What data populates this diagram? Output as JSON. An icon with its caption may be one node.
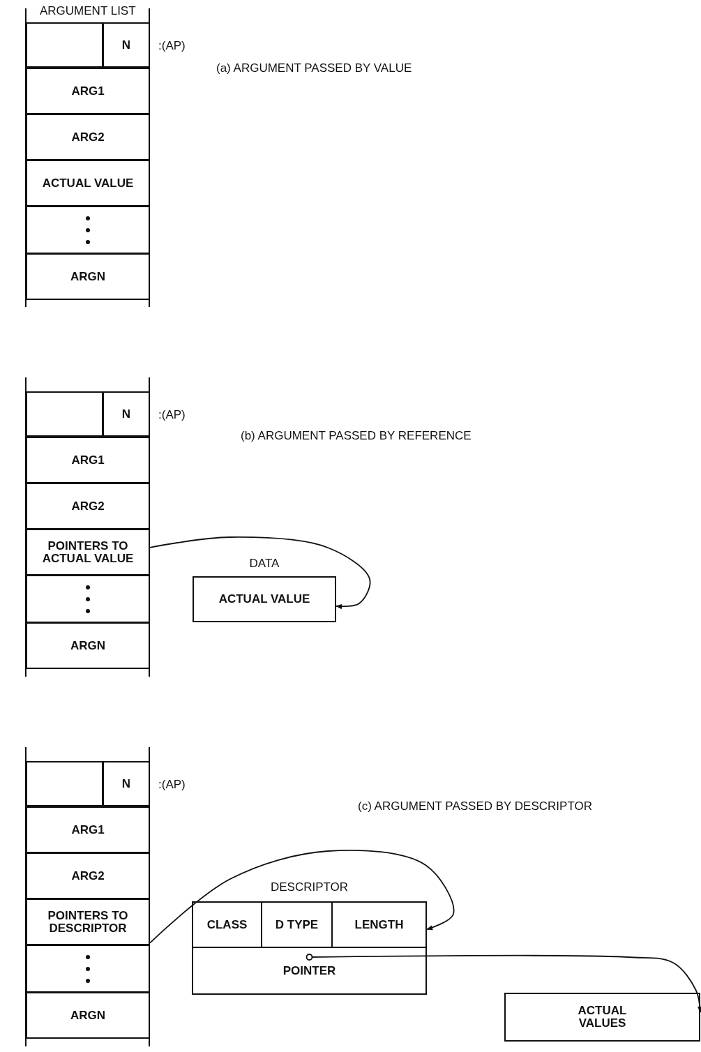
{
  "diagram": {
    "nodes": [
      {
        "text": [],
        "shape": "box"
      },
      {
        "text": [
          "N"
        ],
        "beside": [
          ":(AP)"
        ]
      },
      {
        "text": [
          "ARG1"
        ]
      },
      {
        "text": [
          "ARG2"
        ]
      },
      {
        "text": [
          "ACTUAL VALUE"
        ]
      },
      {
        "text": [],
        "shape": "box"
      },
      {
        "text": [
          "ARGN"
        ]
      },
      {
        "text": [],
        "shape": "box"
      },
      {
        "text": [
          "N"
        ],
        "beside": [
          ":(AP)"
        ]
      },
      {
        "text": [
          "ARG1"
        ]
      },
      {
        "text": [
          "ARG2"
        ]
      },
      {
        "text": [
          "POINTERS TO ACTUAL VALUE"
        ]
      },
      {
        "text": [],
        "shape": "box"
      },
      {
        "text": [
          "ARGN"
        ]
      },
      {
        "text": [
          "DATA",
          "ACTUAL VALUE"
        ]
      },
      {
        "text": [],
        "shape": "box"
      },
      {
        "text": [
          "N"
        ],
        "beside": [
          ":(AP)"
        ]
      },
      {
        "text": [
          "ARG1"
        ]
      },
      {
        "text": [
          "ARG2"
        ]
      },
      {
        "text": [
          "POINTERS TO DESCRIPTOR"
        ]
      },
      {
        "text": [],
        "shape": "box"
      },
      {
        "text": [
          "ARGN"
        ]
      },
      {
        "text": [
          "DESCRIPTOR"
        ]
      },
      {
        "text": [
          "CLASS"
        ],
        "in": 22
      },
      {
        "text": [
          "D TYPE"
        ],
        "in": 22
      },
      {
        "text": [
          "LENGTH"
        ],
        "in": 22
      },
      {
        "text": [
          "POINTER"
        ],
        "in": 22
      },
      {
        "text": [
          "ACTUAL VALUES"
        ]
      }
    ],
    "edges": [
      {
        "from": 11,
        "to": 14,
        "arrow": "to"
      },
      {
        "from": 19,
        "to": 25,
        "arrow": "to"
      },
      {
        "from": 26,
        "to": 27,
        "arrow": "to"
      }
    ],
    "labels": [
      "ARGUMENT LIST",
      "(a) ARGUMENT PASSED BY VALUE",
      "(b) ARGUMENT PASSED BY REFERENCE",
      "(c) ARGUMENT PASSED BY DESCRIPTOR"
    ]
  }
}
